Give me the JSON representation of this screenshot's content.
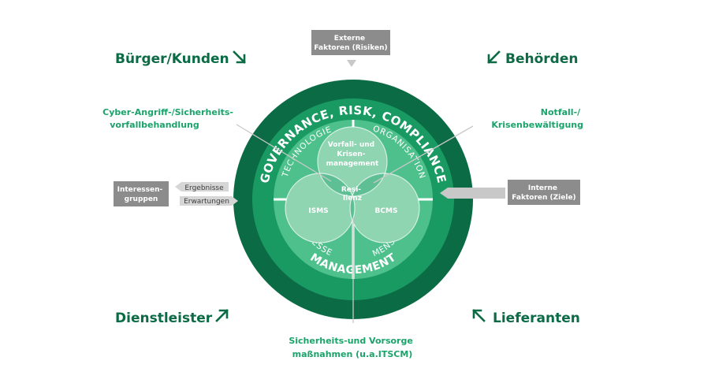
{
  "corners": {
    "top_left": "Bürger/Kunden",
    "top_right": "Behörden",
    "bottom_left": "Dienstleister",
    "bottom_right": "Lieferanten"
  },
  "boxes": {
    "external": [
      "Externe",
      "Faktoren (Risiken)"
    ],
    "internal": [
      "Interne",
      "Faktoren (Ziele)"
    ],
    "stakeholders": [
      "Interessen-",
      "gruppen"
    ]
  },
  "flows": {
    "results": "Ergebnisse",
    "expectations": "Erwartungen"
  },
  "notes": {
    "cyber": [
      "Cyber-Angriff-/Sicherheits-",
      "vorfallbehandlung"
    ],
    "emergency": [
      "Notfall-/",
      "Krisenbewältigung"
    ],
    "measures": [
      "Sicherheits-und Vorsorge",
      "maßnahmen (u.a.ITSCM)"
    ]
  },
  "rings": {
    "top": "GOVERNANCE, RISK, COMPLIANCE",
    "bottom": "MANAGEMENT"
  },
  "sectors": {
    "technology": "TECHNOLOGIE",
    "organization": "ORGANISATION",
    "processes": "PROZESSE",
    "people": "MENSCHEN"
  },
  "venn": {
    "top": [
      "Vorfall- und",
      "Krisen-",
      "management"
    ],
    "left": "ISMS",
    "right": "BCMS",
    "center": [
      "Resi-",
      "lienz"
    ]
  },
  "colors": {
    "dark_green": "#0b6b45",
    "mid_green": "#1a9a63",
    "light_green": "#4dc08b",
    "accent_green": "#1aa36a",
    "pale_green": "#8fd5b2",
    "gray_box": "#8c8c8c",
    "venn_center": "#174d35"
  }
}
